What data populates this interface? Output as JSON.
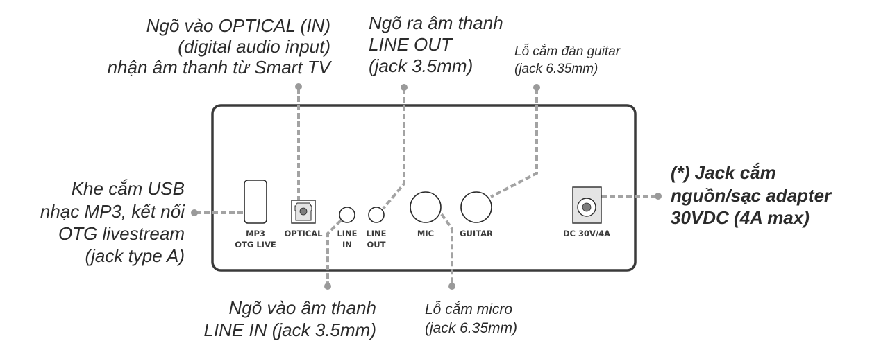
{
  "diagram": {
    "title": "Rear panel connections",
    "panel_ports": {
      "usb": [
        "MP3",
        "OTG LIVE"
      ],
      "optical": "OPTICAL",
      "line_in": [
        "LINE",
        "IN"
      ],
      "line_out": [
        "LINE",
        "OUT"
      ],
      "mic": "MIC",
      "guitar": "GUITAR",
      "dc": "DC 30V/4A"
    },
    "callouts": {
      "optical": [
        "Ngõ vào OPTICAL (IN)",
        "(digital audio input)",
        "nhận âm thanh từ Smart TV"
      ],
      "line_out": [
        "Ngõ ra âm thanh",
        "LINE OUT",
        "(jack 3.5mm)"
      ],
      "guitar": [
        "Lỗ cắm đàn guitar",
        "(jack 6.35mm)"
      ],
      "usb": [
        "Khe cắm USB",
        "nhạc MP3, kết nối",
        "OTG livestream",
        "(jack type A)"
      ],
      "dc": [
        "(*) Jack cắm",
        "nguồn/sạc adapter",
        "30VDC (4A max)"
      ],
      "line_in": [
        "Ngõ vào âm thanh",
        "LINE IN (jack 3.5mm)"
      ],
      "mic": [
        "Lỗ cắm micro",
        "(jack 6.35mm)"
      ]
    },
    "colors": {
      "panel_stroke": "#3a3a3a",
      "leader_line": "#a3a3a3",
      "text": "#2b2b2b",
      "port_fill_gray": "#e4e4e4"
    }
  }
}
